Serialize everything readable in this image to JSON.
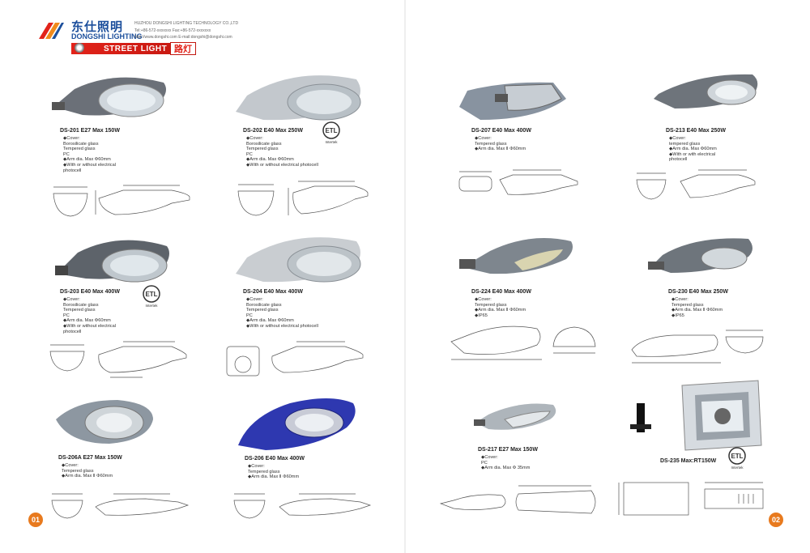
{
  "header": {
    "brand_cn": "东仕照明",
    "brand_en": "DONGSHI LIGHTING",
    "line1": "HUZHOU DONGSHI LIGHTING TECHNOLOGY CO.,LTD",
    "line2": "Tel:+86-572-xxxxxxx  Fax:+86-572-xxxxxxx",
    "line3": "http://www.dongshi.com  E-mail:dongshi@dongshi.com",
    "banner_en": "STREET LIGHT",
    "banner_cn": "路灯"
  },
  "products": [
    {
      "title": "DS-201 E27 Max 150W",
      "specs": [
        "◆Cover:",
        "  Borosilicate glass",
        "  Tempered glass",
        "  PC",
        "◆Arm dia. Max Φ60mm",
        "◆With or without electrical",
        "  photocell"
      ]
    },
    {
      "title": "DS-202 E40 Max 250W",
      "specs": [
        "◆Cover:",
        "  Borosilicate glass",
        "  Tempered glass",
        "  PC",
        "◆Arm dia. Max Φ60mm",
        "◆With or without electrical photocell"
      ]
    },
    {
      "title": "DS-207 E40 Max 400W",
      "specs": [
        "◆Cover:",
        "  Tempered glass",
        "◆Arm dia. Max Ⅱ Φ60mm"
      ]
    },
    {
      "title": "DS-213 E40 Max 250W",
      "specs": [
        "◆Cover:",
        "  tempered glass",
        "◆Arm dia. Max Φ60mm",
        "◆With or with electrical",
        "  photocell"
      ]
    },
    {
      "title": "DS-203 E40 Max 400W",
      "specs": [
        "◆Cover:",
        "  Borosilicate glass",
        "  Tempered glass",
        "  PC",
        "◆Arm dia. Max Φ60mm",
        "◆With or without electrical",
        "  photocell"
      ]
    },
    {
      "title": "DS-204 E40 Max 400W",
      "specs": [
        "◆Cover:",
        "  Borosilicate glass",
        "  Tempered glass",
        "  PC",
        "◆Arm dia. Max Φ60mm",
        "◆With or without electrical photocell"
      ]
    },
    {
      "title": "DS-224 E40 Max 400W",
      "specs": [
        "◆Cover:",
        "  Tempered glass",
        "◆Arm dia. Max Ⅱ Φ60mm",
        "◆IP65"
      ]
    },
    {
      "title": "DS-230 E40 Max 250W",
      "specs": [
        "◆Cover:",
        "  Tempered glass",
        "◆Arm dia. Max Ⅱ Φ60mm",
        "◆IP65"
      ]
    },
    {
      "title": "DS-206A E27 Max 150W",
      "specs": [
        "◆Cover:",
        "  Tempered glass",
        "◆Arm dia. Max Ⅱ Φ60mm"
      ]
    },
    {
      "title": "DS-206 E40 Max 400W",
      "specs": [
        "◆Cover:",
        "  Tempered glass",
        "◆Arm dia. Max Ⅱ Φ60mm"
      ]
    },
    {
      "title": "DS-217 E27 Max 150W",
      "specs": [
        "◆Cover:",
        "  PC",
        "◆Arm dia. Max Φ 35mm"
      ]
    },
    {
      "title": "DS-235 Max:RT150W",
      "specs": []
    }
  ],
  "cert": {
    "label": "Intertek"
  },
  "page_left": "01",
  "page_right": "02",
  "colors": {
    "accent_red": "#e2231a",
    "brand_blue": "#1c4f9c",
    "page_badge": "#e87a1e"
  }
}
